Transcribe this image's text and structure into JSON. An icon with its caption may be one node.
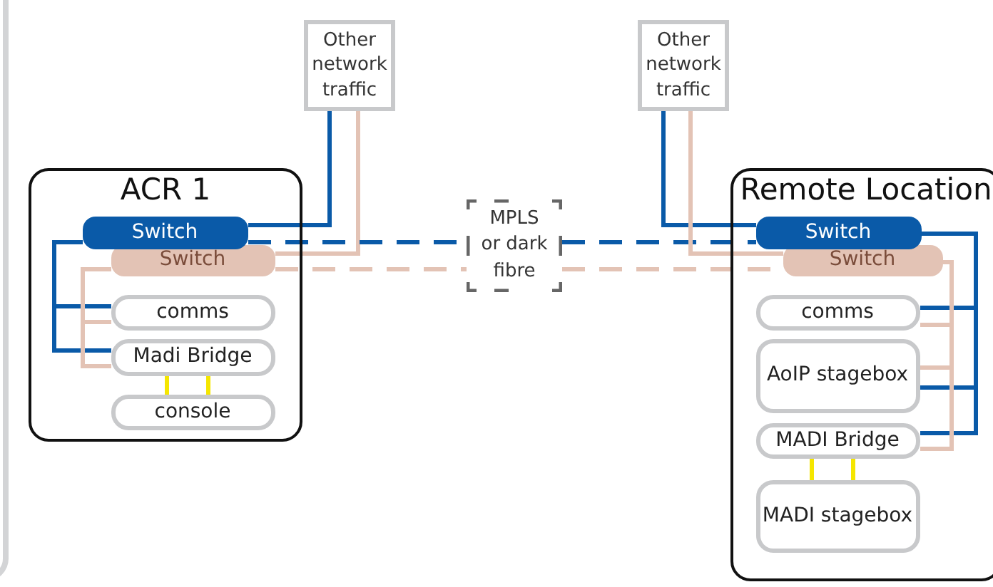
{
  "diagram": {
    "nodes": [
      {
        "text": [
          "Other network traffic"
        ]
      },
      {
        "text": [
          "Other network traffic"
        ]
      },
      {
        "text": [
          "ACR 1"
        ]
      },
      {
        "text": [
          "Switch"
        ],
        "in": 2
      },
      {
        "text": [
          "Switch"
        ],
        "in": 2
      },
      {
        "text": [
          "comms"
        ],
        "in": 2
      },
      {
        "text": [
          "Madi Bridge"
        ],
        "in": 2
      },
      {
        "text": [
          "console"
        ],
        "in": 2
      },
      {
        "text": [
          "MPLS or dark fibre"
        ]
      },
      {
        "text": [
          "Remote Location"
        ]
      },
      {
        "text": [
          "Switch"
        ],
        "in": 9
      },
      {
        "text": [
          "Switch"
        ],
        "in": 9
      },
      {
        "text": [
          "comms"
        ],
        "in": 9
      },
      {
        "text": [
          "AoIP stagebox"
        ],
        "in": 9
      },
      {
        "text": [
          "MADI Bridge"
        ],
        "in": 9
      },
      {
        "text": [
          "MADI stagebox"
        ],
        "in": 9
      }
    ],
    "edges": [
      {
        "from": 0,
        "to": 3,
        "arrow": "none",
        "color": "#0a5aa8"
      },
      {
        "from": 0,
        "to": 4,
        "arrow": "none",
        "color": "#e3c3b5"
      },
      {
        "from": 3,
        "to": 8,
        "arrow": "none",
        "style": "dashed",
        "color": "#0a5aa8"
      },
      {
        "from": 4,
        "to": 8,
        "arrow": "none",
        "style": "dashed",
        "color": "#e3c3b5"
      },
      {
        "from": 8,
        "to": 10,
        "arrow": "none",
        "style": "dashed",
        "color": "#0a5aa8"
      },
      {
        "from": 8,
        "to": 11,
        "arrow": "none",
        "style": "dashed",
        "color": "#e3c3b5"
      },
      {
        "from": 3,
        "to": 5,
        "arrow": "none",
        "color": "#0a5aa8"
      },
      {
        "from": 3,
        "to": 6,
        "arrow": "none",
        "color": "#0a5aa8"
      },
      {
        "from": 4,
        "to": 5,
        "arrow": "none",
        "color": "#e3c3b5"
      },
      {
        "from": 4,
        "to": 6,
        "arrow": "none",
        "color": "#e3c3b5"
      },
      {
        "from": 6,
        "to": 7,
        "arrow": "none",
        "color": "#f5e600"
      },
      {
        "from": 6,
        "to": 7,
        "arrow": "none",
        "color": "#f5e600"
      },
      {
        "from": 1,
        "to": 10,
        "arrow": "none",
        "color": "#0a5aa8"
      },
      {
        "from": 1,
        "to": 11,
        "arrow": "none",
        "color": "#e3c3b5"
      },
      {
        "from": 10,
        "to": 12,
        "arrow": "none",
        "color": "#0a5aa8"
      },
      {
        "from": 10,
        "to": 13,
        "arrow": "none",
        "color": "#0a5aa8"
      },
      {
        "from": 10,
        "to": 14,
        "arrow": "none",
        "color": "#0a5aa8"
      },
      {
        "from": 11,
        "to": 12,
        "arrow": "none",
        "color": "#e3c3b5"
      },
      {
        "from": 11,
        "to": 13,
        "arrow": "none",
        "color": "#e3c3b5"
      },
      {
        "from": 11,
        "to": 14,
        "arrow": "none",
        "color": "#e3c3b5"
      },
      {
        "from": 14,
        "to": 15,
        "arrow": "none",
        "color": "#f5e600"
      },
      {
        "from": 14,
        "to": 15,
        "arrow": "none",
        "color": "#f5e600"
      }
    ]
  }
}
